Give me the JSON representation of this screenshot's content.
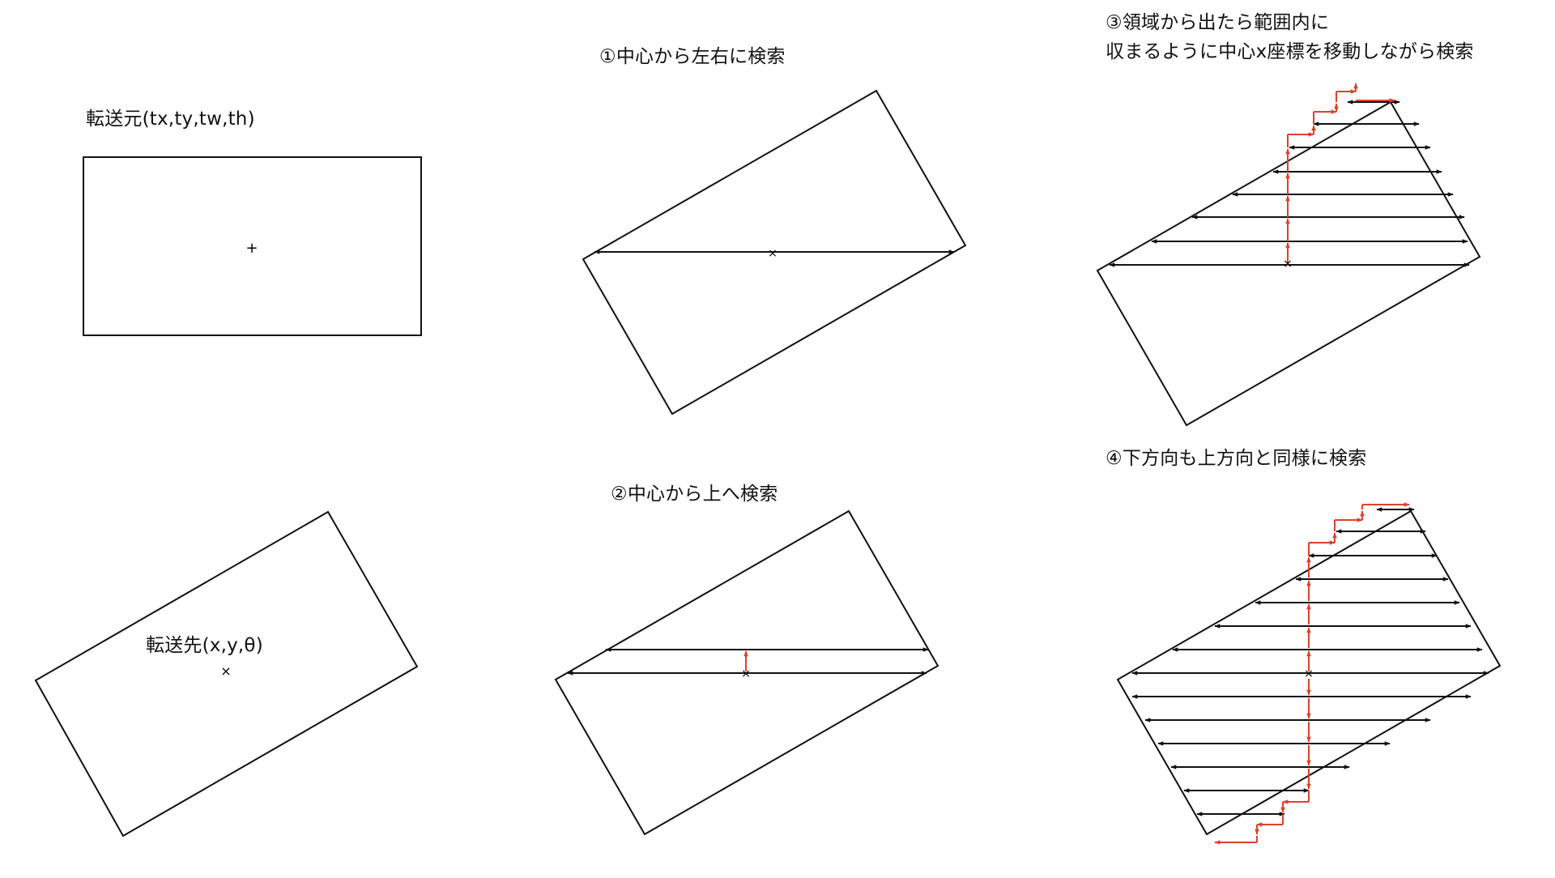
{
  "labels": {
    "source": "転送元(tx,ty,tw,th)",
    "destination": "転送先(x,y,θ)",
    "step1": "①中心から左右に検索",
    "step2": "②中心から上へ検索",
    "step3_line1": "③領域から出たら範囲内に",
    "step3_line2": "収まるように中心x座標を移動しながら検索",
    "step4": "④下方向も上方向と同様に検索"
  },
  "markers": {
    "plus": "+",
    "cross": "×"
  },
  "colors": {
    "line": "#111111",
    "accent": "#e0402f",
    "background": "#ffffff"
  }
}
